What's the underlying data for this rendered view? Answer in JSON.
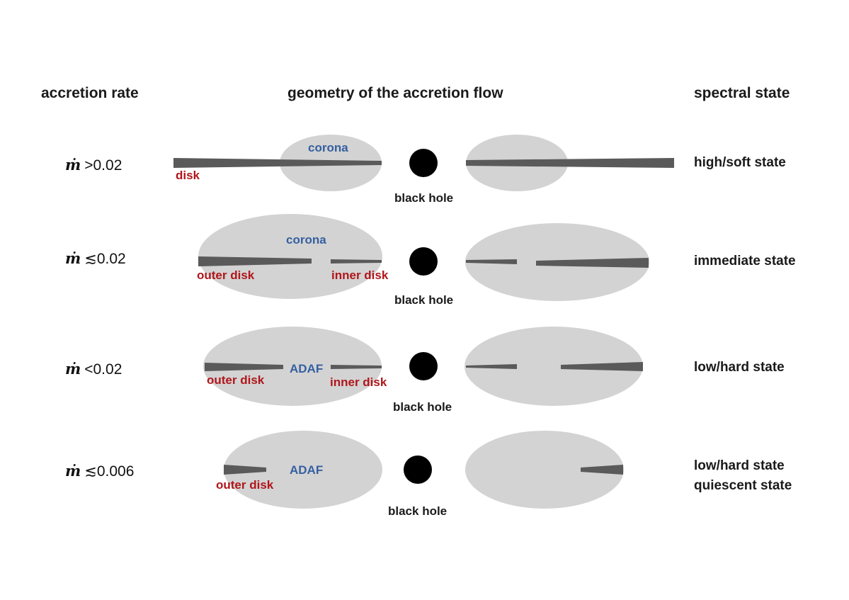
{
  "headers": {
    "accretion_rate": "accretion rate",
    "geometry": "geometry of  the accretion flow",
    "spectral_state": "spectral  state"
  },
  "rows": [
    {
      "rate_symbol": "ṁ",
      "rate_value": ">0.02",
      "state_lines": [
        "high/soft  state"
      ],
      "black_hole_label": "black hole",
      "labels": {
        "disk": "disk",
        "corona": "corona"
      }
    },
    {
      "rate_symbol": "ṁ",
      "rate_value": "≲0.02",
      "state_lines": [
        "immediate state"
      ],
      "black_hole_label": "black hole",
      "labels": {
        "corona": "corona",
        "outer_disk": "outer disk",
        "inner_disk": "inner disk"
      }
    },
    {
      "rate_symbol": "ṁ",
      "rate_value": "<0.02",
      "state_lines": [
        "low/hard  state"
      ],
      "black_hole_label": "black hole",
      "labels": {
        "adaf": "ADAF",
        "outer_disk": "outer disk",
        "inner_disk": "inner disk"
      }
    },
    {
      "rate_symbol": "ṁ",
      "rate_value": "≲0.006",
      "state_lines": [
        "low/hard  state",
        "quiescent state"
      ],
      "black_hole_label": "black hole",
      "labels": {
        "adaf": "ADAF",
        "outer_disk": "outer disk"
      }
    }
  ],
  "colors": {
    "cloud": "#d3d3d3",
    "disk": "#5a5a5a",
    "black_hole": "#000000",
    "red_label": "#b0161b",
    "blue_label": "#3560a0"
  }
}
